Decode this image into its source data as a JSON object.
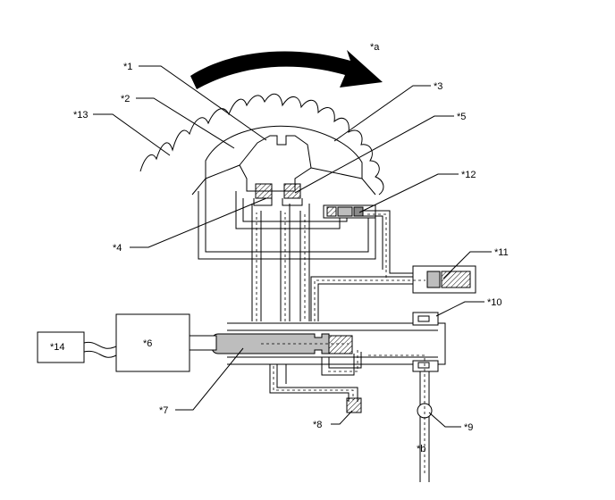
{
  "labels": {
    "l1": "*1",
    "l2": "*2",
    "l3": "*3",
    "l4": "*4",
    "l5": "*5",
    "l6": "*6",
    "l7": "*7",
    "l8": "*8",
    "l9": "*9",
    "l10": "*10",
    "l11": "*11",
    "l12": "*12",
    "l13": "*13",
    "l14": "*14",
    "la": "*a",
    "lb": "*b"
  }
}
